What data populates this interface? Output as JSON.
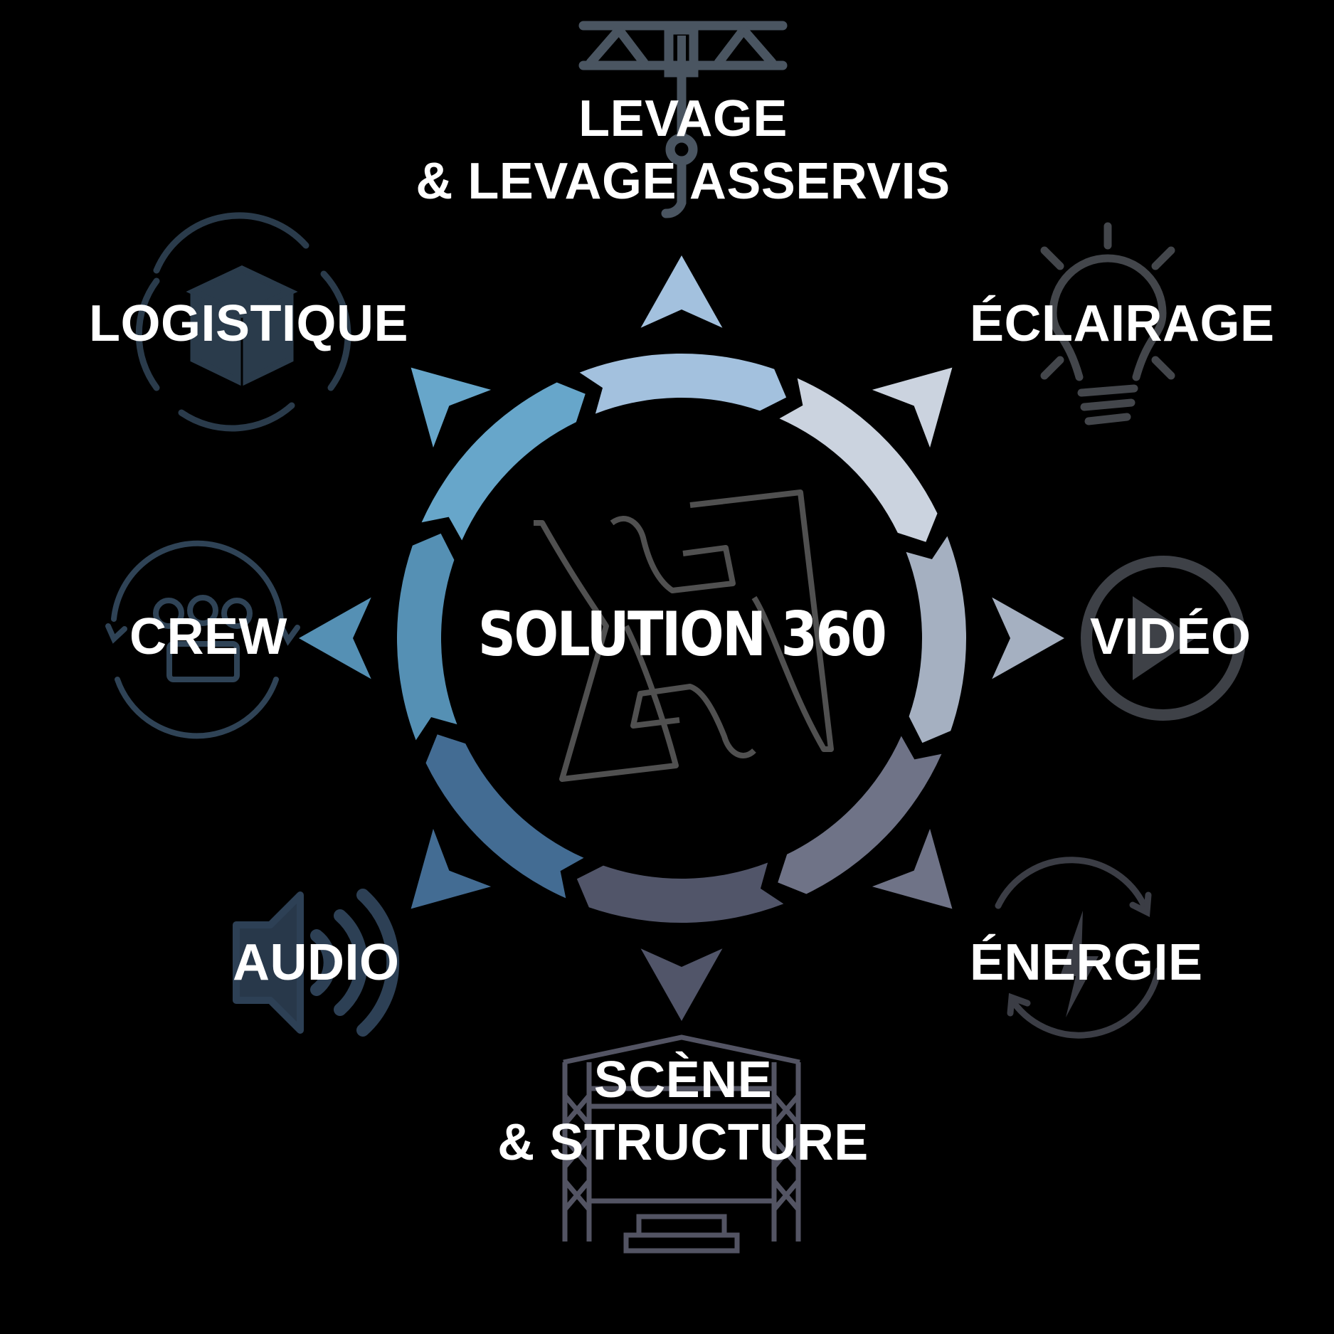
{
  "center": {
    "title": "SOLUTION 360",
    "logo_icon": "brand-monogram-icon"
  },
  "items": [
    {
      "key": "levage",
      "lines": [
        "LEVAGE",
        "& LEVAGE ASSERVIS"
      ],
      "icon": "truss-hoist-icon",
      "color": "#a3c1de"
    },
    {
      "key": "eclairage",
      "lines": [
        "ÉCLAIRAGE"
      ],
      "icon": "light-bulb-icon",
      "color": "#cbd3df"
    },
    {
      "key": "video",
      "lines": [
        "VIDÉO"
      ],
      "icon": "play-icon",
      "color": "#a5b0c1"
    },
    {
      "key": "energie",
      "lines": [
        "ÉNERGIE"
      ],
      "icon": "energy-cycle-icon",
      "color": "#6f7387"
    },
    {
      "key": "scene",
      "lines": [
        "SCÈNE",
        "& STRUCTURE"
      ],
      "icon": "stage-structure-icon",
      "color": "#515569"
    },
    {
      "key": "audio",
      "lines": [
        "AUDIO"
      ],
      "icon": "speaker-icon",
      "color": "#436c93"
    },
    {
      "key": "crew",
      "lines": [
        "CREW"
      ],
      "icon": "team-icon",
      "color": "#5590b4"
    },
    {
      "key": "logistique",
      "lines": [
        "LOGISTIQUE"
      ],
      "icon": "box-cycle-icon",
      "color": "#67a6ca"
    }
  ]
}
